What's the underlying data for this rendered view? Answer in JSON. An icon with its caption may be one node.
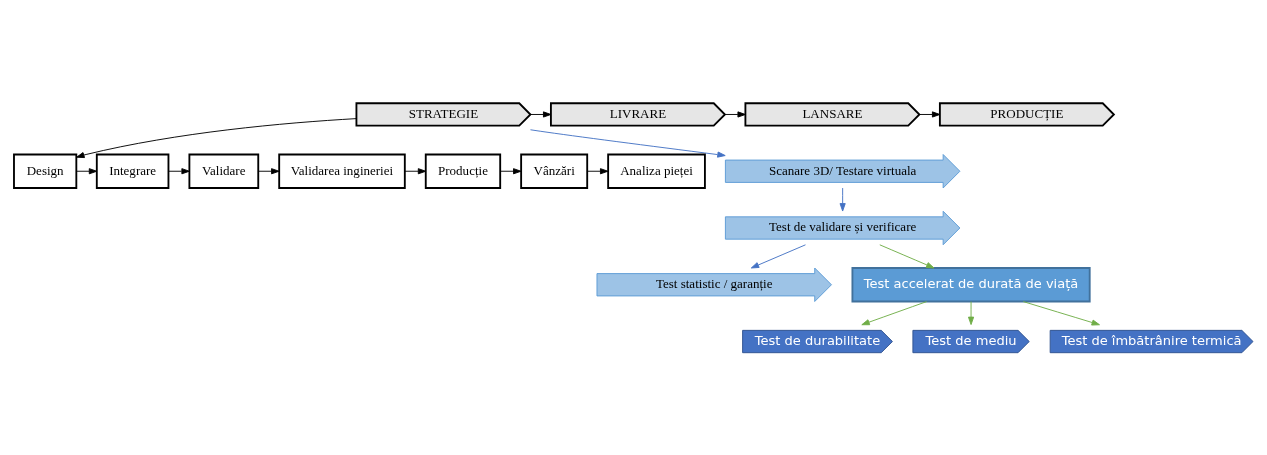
{
  "diagram": {
    "nodes": [
      {
        "text": [
          "STRATEGIE"
        ]
      },
      {
        "text": [
          "LIVRARE"
        ]
      },
      {
        "text": [
          "LANSARE"
        ]
      },
      {
        "text": [
          "PRODUCȚIE"
        ]
      },
      {
        "text": [
          "Design"
        ]
      },
      {
        "text": [
          "Integrare"
        ]
      },
      {
        "text": [
          "Validare"
        ]
      },
      {
        "text": [
          "Validarea ingineriei"
        ]
      },
      {
        "text": [
          "Producție"
        ]
      },
      {
        "text": [
          "Vânzări"
        ]
      },
      {
        "text": [
          "Analiza pieței"
        ]
      },
      {
        "text": [
          "Scanare 3D/ Testare virtuala"
        ]
      },
      {
        "text": [
          "Test de validare și verificare"
        ]
      },
      {
        "text": [
          "Test statistic / garanție"
        ]
      },
      {
        "text": [
          "Test accelerat de durată de viață"
        ]
      },
      {
        "text": [
          "Test de durabilitate"
        ]
      },
      {
        "text": [
          "Test de mediu"
        ]
      },
      {
        "text": [
          "Test de îmbătrânire termică"
        ]
      }
    ],
    "edges": [
      {
        "from": 0,
        "to": 1,
        "arrow": "to"
      },
      {
        "from": 1,
        "to": 2,
        "arrow": "to"
      },
      {
        "from": 2,
        "to": 3,
        "arrow": "to"
      },
      {
        "from": 0,
        "to": 4,
        "arrow": "to"
      },
      {
        "from": 4,
        "to": 5,
        "arrow": "to"
      },
      {
        "from": 5,
        "to": 6,
        "arrow": "to"
      },
      {
        "from": 6,
        "to": 7,
        "arrow": "to"
      },
      {
        "from": 7,
        "to": 8,
        "arrow": "to"
      },
      {
        "from": 8,
        "to": 9,
        "arrow": "to"
      },
      {
        "from": 9,
        "to": 10,
        "arrow": "to"
      },
      {
        "from": 0,
        "to": 11,
        "arrow": "to",
        "color": "#4472c4"
      },
      {
        "from": 11,
        "to": 12,
        "arrow": "to",
        "color": "#4472c4"
      },
      {
        "from": 12,
        "to": 13,
        "arrow": "to",
        "color": "#4472c4"
      },
      {
        "from": 12,
        "to": 14,
        "arrow": "to",
        "color": "#70ad47"
      },
      {
        "from": 14,
        "to": 15,
        "arrow": "to",
        "color": "#70ad47"
      },
      {
        "from": 14,
        "to": 16,
        "arrow": "to",
        "color": "#70ad47"
      },
      {
        "from": 14,
        "to": 17,
        "arrow": "to",
        "color": "#70ad47"
      }
    ]
  }
}
